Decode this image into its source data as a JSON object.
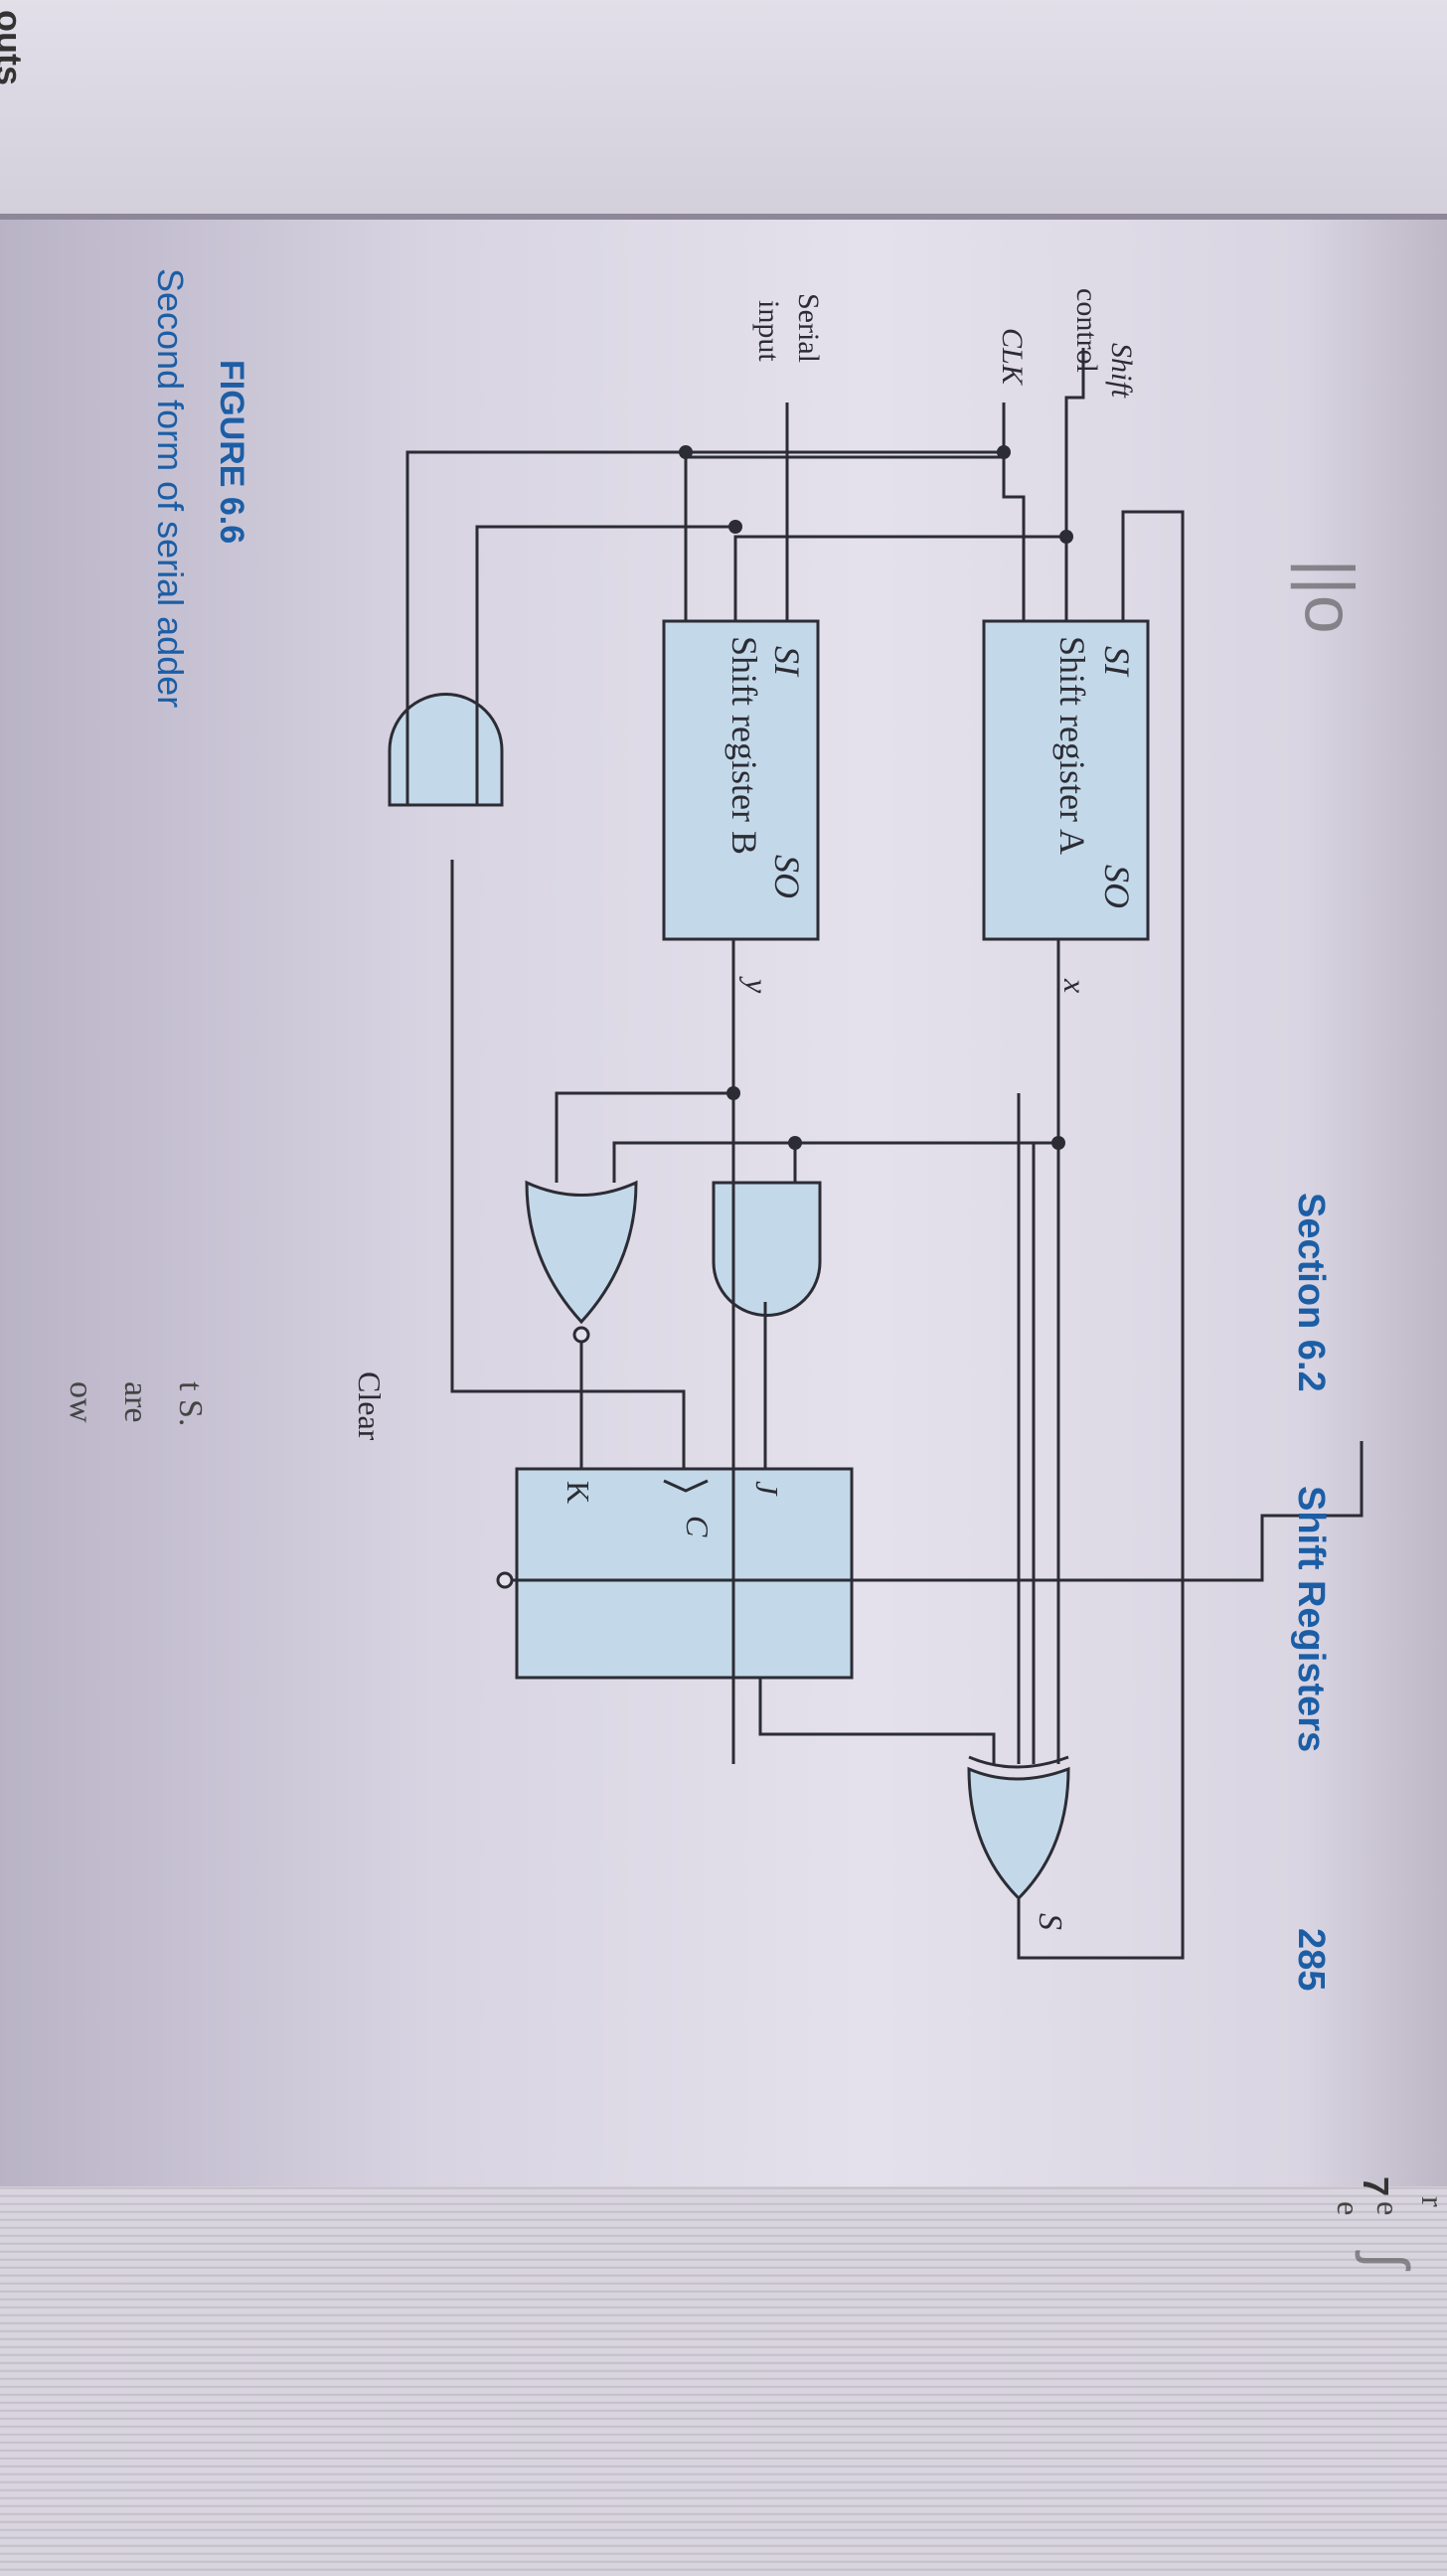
{
  "header": {
    "section_number": "Section 6.2",
    "section_title": "Shift Registers",
    "page_number": "285"
  },
  "figure": {
    "label": "FIGURE 6.6",
    "caption": "Second form of serial adder"
  },
  "diagram": {
    "inputs": {
      "shift_control_line1": "Shift",
      "shift_control_line2": "control",
      "clk": "CLK",
      "serial_input_line1": "Serial",
      "serial_input_line2": "input",
      "clear": "Clear"
    },
    "register_a": {
      "name": "Shift register A",
      "si": "SI",
      "so": "SO",
      "output": "x"
    },
    "register_b": {
      "name": "Shift register B",
      "si": "SI",
      "so": "SO",
      "output": "y"
    },
    "flipflop": {
      "j": "J",
      "k": "K",
      "c": "C"
    },
    "sum_output": "S"
  },
  "margin_text": {
    "prev_page_fragment": "outs",
    "left_fragment_1": "t S.",
    "left_fragment_2": "are",
    "left_fragment_3": "ow",
    "right_digit": "7",
    "right_fragment_1": "r",
    "right_fragment_2": "e",
    "right_fragment_3": "e"
  },
  "colors": {
    "ink": "#2c2c34",
    "box_fill": "#c3d9ea",
    "accent_blue": "#1c5ea6"
  }
}
